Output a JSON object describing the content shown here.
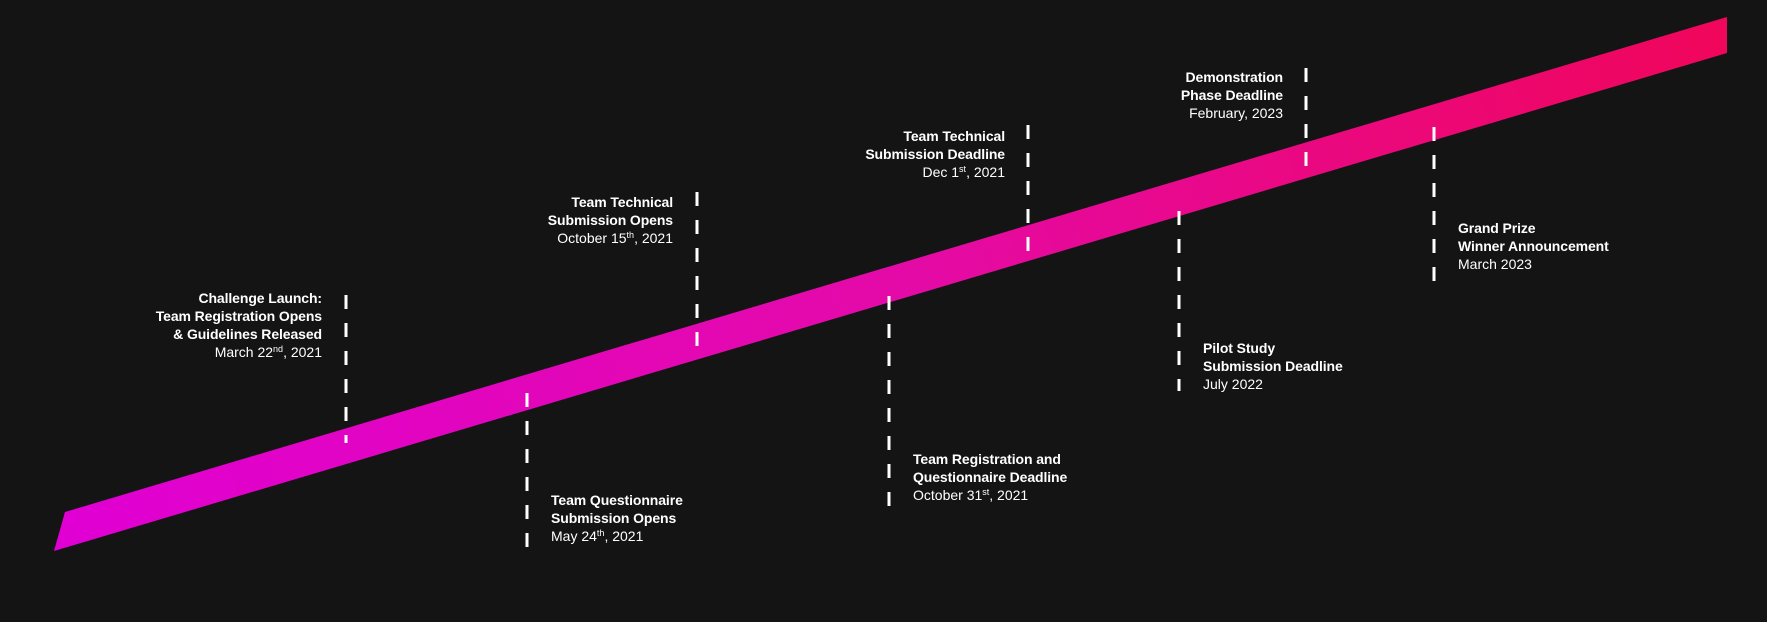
{
  "timeline": {
    "band": {
      "color_start": "#e000d4",
      "color_mid": "#e40aa8",
      "color_end": "#f0065a",
      "background": "#141414"
    },
    "milestones": [
      {
        "id": "challenge-launch",
        "title_lines": [
          "Challenge Launch:",
          "Team Registration Opens",
          "& Guidelines Released"
        ],
        "date_main": "March 22",
        "date_sup": "nd",
        "date_tail": ", 2021",
        "position": "above",
        "align": "right"
      },
      {
        "id": "questionnaire-opens",
        "title_lines": [
          "Team Questionnaire",
          "Submission Opens"
        ],
        "date_main": "May 24",
        "date_sup": "th",
        "date_tail": ", 2021",
        "position": "below",
        "align": "left"
      },
      {
        "id": "technical-opens",
        "title_lines": [
          "Team Technical",
          "Submission Opens"
        ],
        "date_main": "October 15",
        "date_sup": "th",
        "date_tail": ", 2021",
        "position": "above",
        "align": "right"
      },
      {
        "id": "registration-deadline",
        "title_lines": [
          "Team Registration and",
          "Questionnaire Deadline"
        ],
        "date_main": "October 31",
        "date_sup": "st",
        "date_tail": ", 2021",
        "position": "below",
        "align": "left"
      },
      {
        "id": "technical-deadline",
        "title_lines": [
          "Team Technical",
          "Submission Deadline"
        ],
        "date_main": "Dec 1",
        "date_sup": "st",
        "date_tail": ", 2021",
        "position": "above",
        "align": "right"
      },
      {
        "id": "pilot-deadline",
        "title_lines": [
          "Pilot Study",
          "Submission Deadline"
        ],
        "date_main": "July 2022",
        "date_sup": "",
        "date_tail": "",
        "position": "below",
        "align": "left"
      },
      {
        "id": "demo-deadline",
        "title_lines": [
          "Demonstration",
          "Phase Deadline"
        ],
        "date_main": "February, 2023",
        "date_sup": "",
        "date_tail": "",
        "position": "above",
        "align": "right"
      },
      {
        "id": "grand-prize",
        "title_lines": [
          "Grand Prize",
          "Winner Announcement"
        ],
        "date_main": "March 2023",
        "date_sup": "",
        "date_tail": "",
        "position": "below",
        "align": "left"
      }
    ]
  }
}
